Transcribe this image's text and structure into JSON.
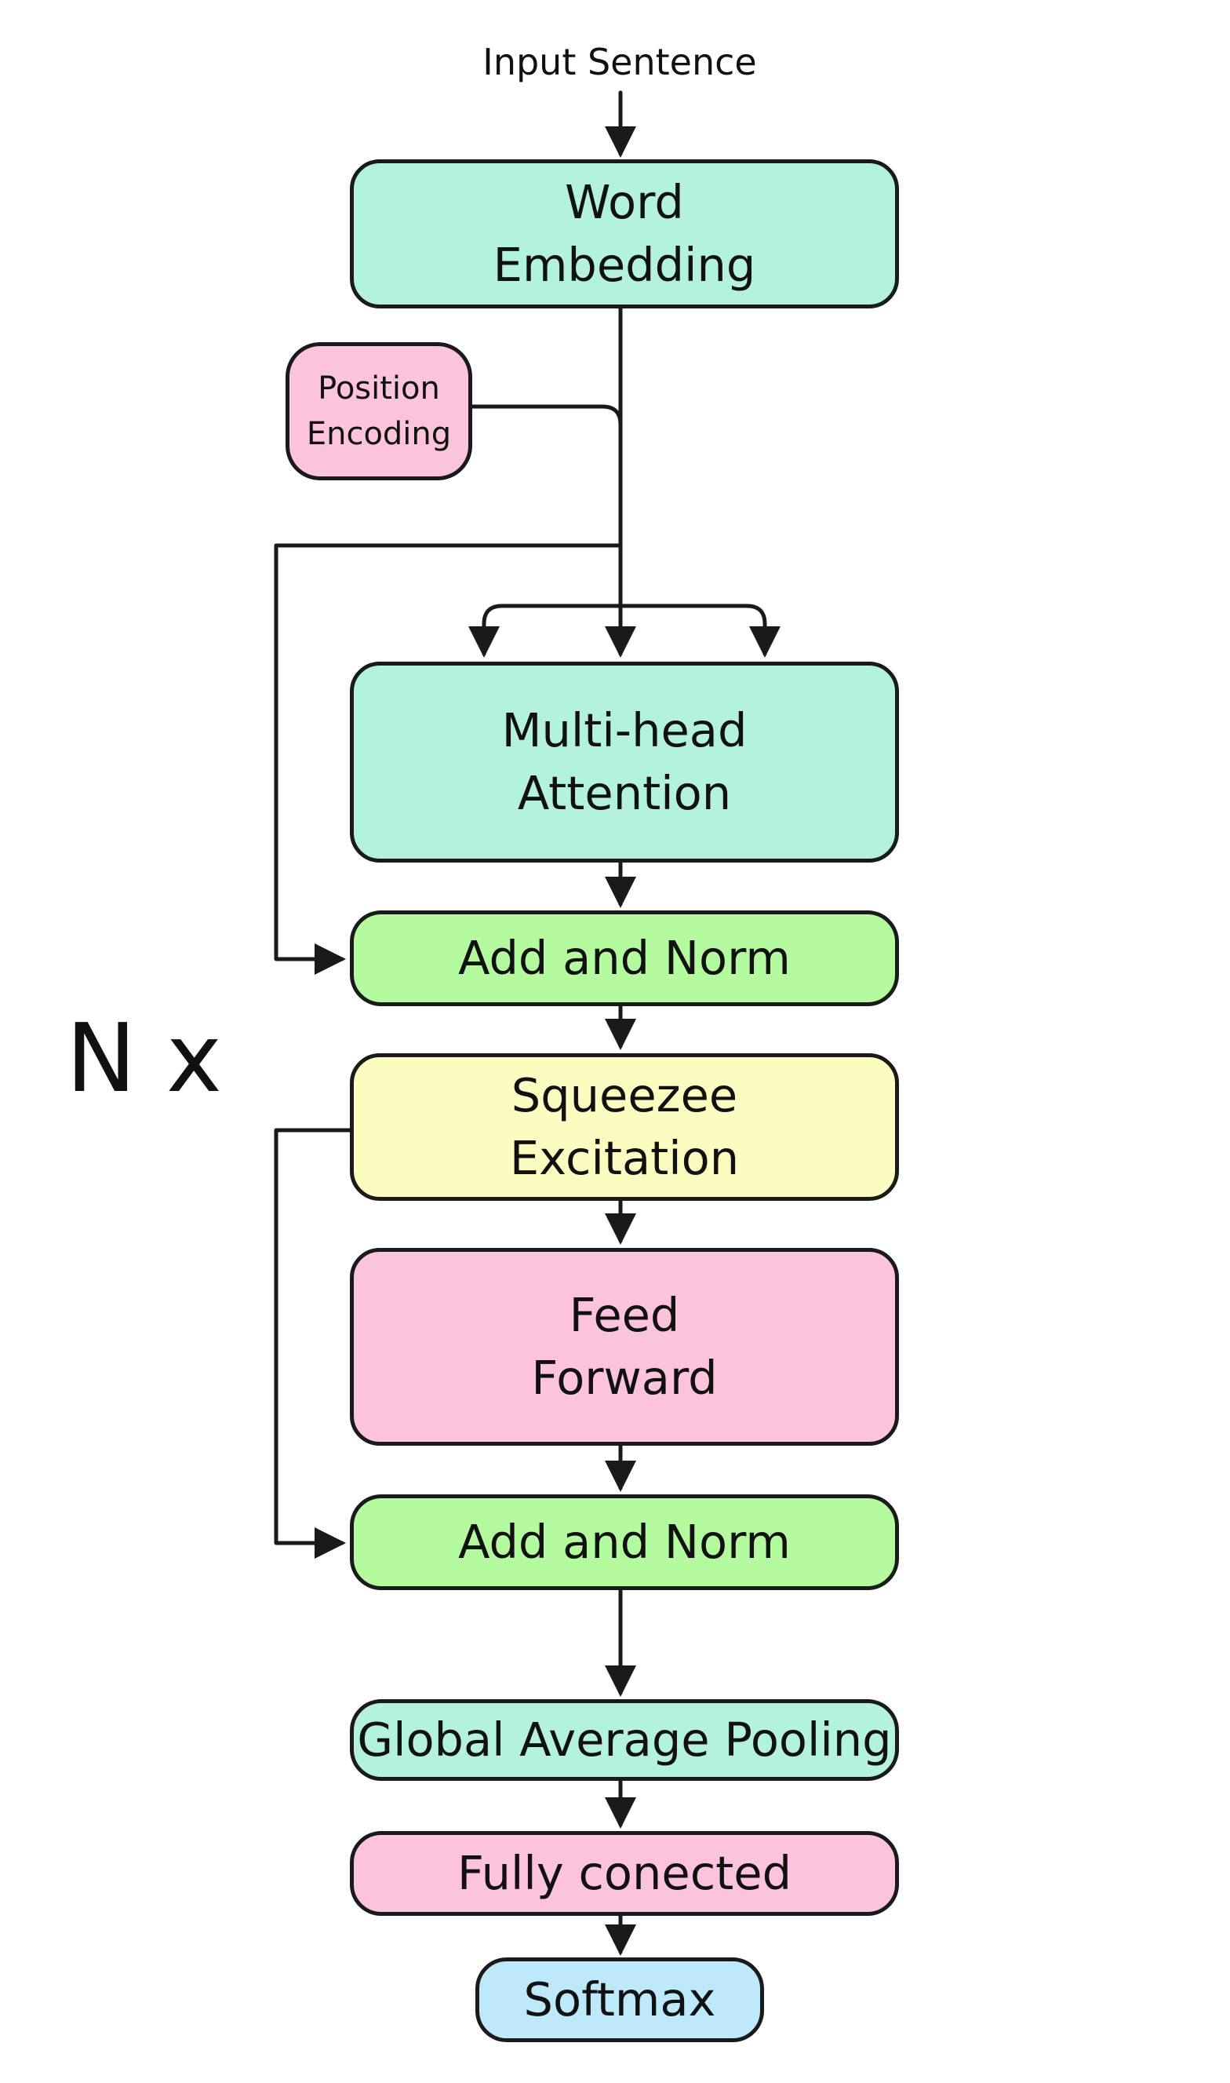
{
  "input_label": "Input Sentence",
  "repeat_label": "N x",
  "nodes": {
    "word_embedding": [
      "Word",
      "Embedding"
    ],
    "position_encoding": [
      "Position",
      "Encoding"
    ],
    "multi_head_attention": [
      "Multi-head",
      "Attention"
    ],
    "add_norm_1": "Add and Norm",
    "squeeze_excitation": [
      "Squeezee",
      "Excitation"
    ],
    "feed_forward": [
      "Feed",
      "Forward"
    ],
    "add_norm_2": "Add and Norm",
    "global_average_pooling": "Global Average Pooling",
    "fully_connected": "Fully conected",
    "softmax": "Softmax"
  },
  "colors": {
    "teal": "#b3f2dc",
    "green": "#b4fa9e",
    "yellow": "#fcfcc0",
    "pink": "#fcc4dc",
    "blue": "#bde9fb",
    "stroke": "#1a1a1a"
  }
}
